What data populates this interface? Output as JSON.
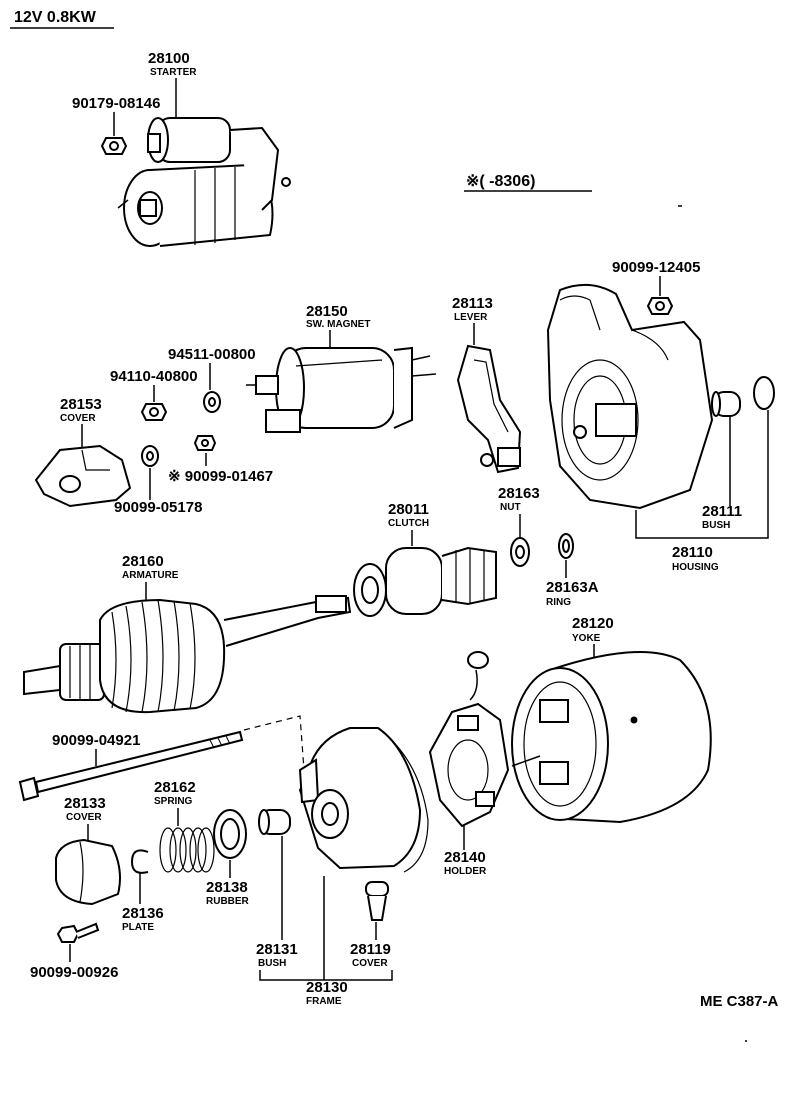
{
  "header": {
    "title": "12V  0.8KW",
    "note": "※(      -8306)",
    "ref_code": "ME  C387-A"
  },
  "parts": [
    {
      "number": "28100",
      "name": "STARTER"
    },
    {
      "number": "90179-08146",
      "name": ""
    },
    {
      "number": "90099-12405",
      "name": ""
    },
    {
      "number": "28150",
      "name": "SW. MAGNET"
    },
    {
      "number": "28113",
      "name": "LEVER"
    },
    {
      "number": "94511-00800",
      "name": ""
    },
    {
      "number": "94110-40800",
      "name": ""
    },
    {
      "number": "28153",
      "name": "COVER"
    },
    {
      "number": "※ 90099-01467",
      "name": ""
    },
    {
      "number": "90099-05178",
      "name": ""
    },
    {
      "number": "28011",
      "name": "CLUTCH"
    },
    {
      "number": "28163",
      "name": "NUT"
    },
    {
      "number": "28163A",
      "name": "RING"
    },
    {
      "number": "28111",
      "name": "BUSH"
    },
    {
      "number": "28110",
      "name": "HOUSING"
    },
    {
      "number": "28160",
      "name": "ARMATURE"
    },
    {
      "number": "28120",
      "name": "YOKE"
    },
    {
      "number": "90099-04921",
      "name": ""
    },
    {
      "number": "28133",
      "name": "COVER"
    },
    {
      "number": "28162",
      "name": "SPRING"
    },
    {
      "number": "28136",
      "name": "PLATE"
    },
    {
      "number": "28138",
      "name": "RUBBER"
    },
    {
      "number": "28140",
      "name": "HOLDER"
    },
    {
      "number": "28131",
      "name": "BUSH"
    },
    {
      "number": "28119",
      "name": "COVER"
    },
    {
      "number": "28130",
      "name": "FRAME"
    },
    {
      "number": "90099-00926",
      "name": ""
    }
  ]
}
